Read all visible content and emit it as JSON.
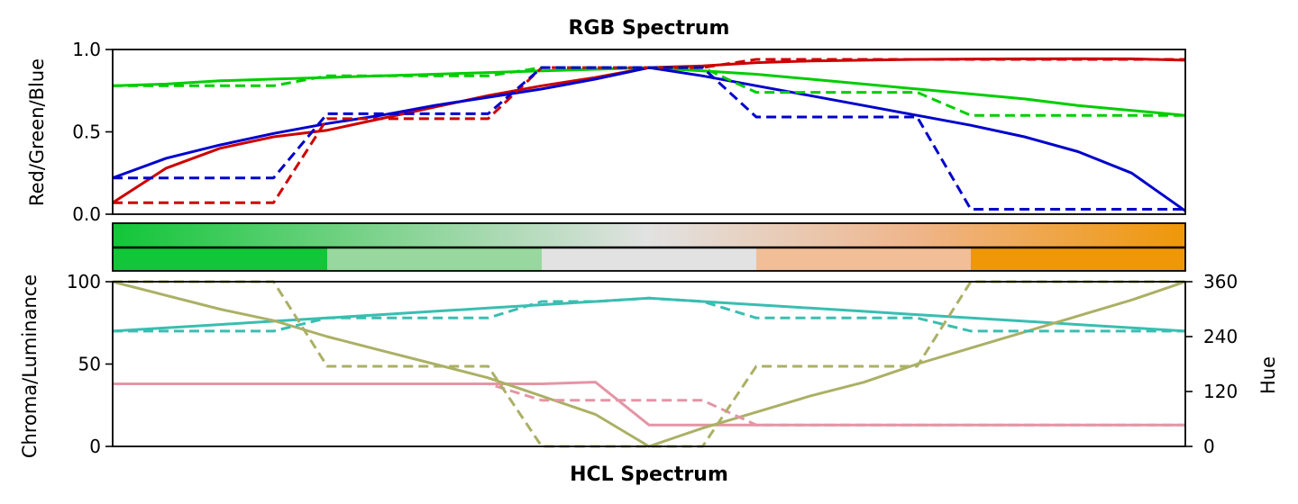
{
  "chart_data": [
    {
      "type": "line",
      "title": "RGB Spectrum",
      "xlabel": "",
      "ylabel": "Red/Green/Blue",
      "ylim": [
        0,
        1
      ],
      "yticks": [
        "0.0",
        "0.5",
        "1.0"
      ],
      "x_samples": 21,
      "series": [
        {
          "key": "red",
          "style": "solid",
          "color": "#cd0000",
          "values": [
            0.07,
            0.28,
            0.4,
            0.47,
            0.51,
            0.58,
            0.65,
            0.72,
            0.78,
            0.83,
            0.89,
            0.9,
            0.92,
            0.93,
            0.935,
            0.94,
            0.942,
            0.943,
            0.944,
            0.943,
            0.935
          ]
        },
        {
          "key": "green",
          "style": "solid",
          "color": "#00cd00",
          "values": [
            0.78,
            0.79,
            0.81,
            0.82,
            0.83,
            0.84,
            0.85,
            0.86,
            0.87,
            0.88,
            0.89,
            0.87,
            0.85,
            0.82,
            0.79,
            0.76,
            0.73,
            0.7,
            0.66,
            0.63,
            0.6
          ]
        },
        {
          "key": "blue",
          "style": "solid",
          "color": "#0000cd",
          "values": [
            0.22,
            0.34,
            0.42,
            0.49,
            0.55,
            0.6,
            0.66,
            0.71,
            0.76,
            0.82,
            0.89,
            0.84,
            0.78,
            0.72,
            0.66,
            0.6,
            0.54,
            0.47,
            0.38,
            0.25,
            0.02
          ]
        },
        {
          "key": "red-steps",
          "style": "dashed",
          "color": "#cd0000",
          "values": [
            0.07,
            0.07,
            0.07,
            0.07,
            0.58,
            0.58,
            0.58,
            0.58,
            0.89,
            0.89,
            0.89,
            0.89,
            0.94,
            0.94,
            0.94,
            0.94,
            0.94,
            0.94,
            0.94,
            0.94,
            0.94
          ]
        },
        {
          "key": "green-steps",
          "style": "dashed",
          "color": "#00cd00",
          "values": [
            0.78,
            0.78,
            0.78,
            0.78,
            0.84,
            0.84,
            0.84,
            0.84,
            0.89,
            0.89,
            0.89,
            0.89,
            0.74,
            0.74,
            0.74,
            0.74,
            0.6,
            0.6,
            0.6,
            0.6,
            0.6
          ]
        },
        {
          "key": "blue-steps",
          "style": "dashed",
          "color": "#0000cd",
          "values": [
            0.22,
            0.22,
            0.22,
            0.22,
            0.61,
            0.61,
            0.61,
            0.61,
            0.89,
            0.89,
            0.89,
            0.89,
            0.59,
            0.59,
            0.59,
            0.59,
            0.03,
            0.03,
            0.03,
            0.03,
            0.03
          ]
        }
      ]
    },
    {
      "type": "heatmap",
      "role": "color-swatches",
      "continuous_colors": [
        "#11c638",
        "#7fd38e",
        "#e2e2e2",
        "#efb58a",
        "#ef9708"
      ],
      "discrete_colors": [
        "#11c638",
        "#98d89e",
        "#e2e2e2",
        "#f1be98",
        "#ef9708"
      ]
    },
    {
      "type": "line",
      "title": "HCL Spectrum",
      "xlabel": "",
      "ylabel": "Chroma/Luminance",
      "ylabel_right": "Hue",
      "ylim": [
        0,
        100
      ],
      "ylim_right": [
        0,
        360
      ],
      "yticks": [
        "0",
        "50",
        "100"
      ],
      "yticks_right": [
        "0",
        "120",
        "240",
        "360"
      ],
      "x_samples": 21,
      "series": [
        {
          "key": "luminance",
          "style": "solid",
          "color": "#39beb1",
          "axis": "left",
          "values": [
            70,
            72,
            74,
            76,
            78,
            80,
            82,
            84,
            86,
            88,
            90,
            88,
            86,
            84,
            82,
            80,
            78,
            76,
            74,
            72,
            70
          ]
        },
        {
          "key": "chroma",
          "style": "solid",
          "color": "#e495a5",
          "axis": "left",
          "values": [
            38,
            38,
            38,
            38,
            38,
            38,
            38,
            38,
            38,
            39,
            13,
            13,
            13,
            13,
            13,
            13,
            13,
            13,
            13,
            13,
            13
          ]
        },
        {
          "key": "hue",
          "style": "solid",
          "color": "#abb065",
          "axis": "right",
          "values": [
            360,
            330,
            300,
            275,
            240,
            210,
            180,
            150,
            110,
            70,
            0,
            40,
            75,
            110,
            140,
            180,
            215,
            250,
            285,
            320,
            360
          ]
        },
        {
          "key": "luminance-steps",
          "style": "dashed",
          "color": "#39beb1",
          "axis": "left",
          "values": [
            70,
            70,
            70,
            70,
            78,
            78,
            78,
            78,
            88,
            88,
            90,
            88,
            78,
            78,
            78,
            78,
            70,
            70,
            70,
            70,
            70
          ]
        },
        {
          "key": "chroma-steps",
          "style": "dashed",
          "color": "#e495a5",
          "axis": "left",
          "values": [
            38,
            38,
            38,
            38,
            38,
            38,
            38,
            38,
            28,
            28,
            28,
            28,
            13,
            13,
            13,
            13,
            13,
            13,
            13,
            13,
            13
          ]
        },
        {
          "key": "hue-steps",
          "style": "dashed",
          "color": "#abb065",
          "axis": "right",
          "values": [
            360,
            360,
            360,
            360,
            175,
            175,
            175,
            175,
            0,
            0,
            0,
            0,
            175,
            175,
            175,
            175,
            360,
            360,
            360,
            360,
            360
          ]
        }
      ]
    }
  ]
}
